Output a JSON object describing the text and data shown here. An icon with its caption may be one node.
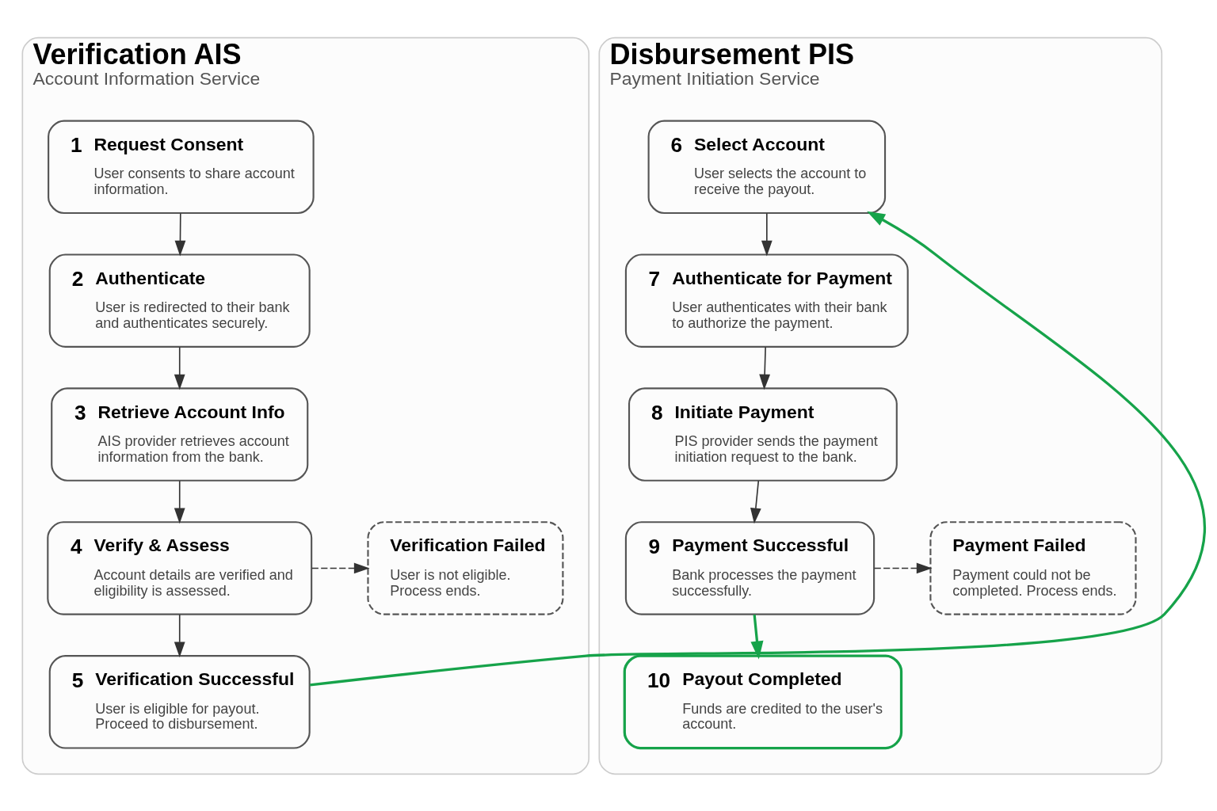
{
  "diagram": {
    "nodes": [
      {
        "text": [
          "Verification AIS",
          "Account Information Service"
        ]
      },
      {
        "text": [
          "1",
          "Request Consent",
          "User consents to share account information."
        ],
        "in": 0
      },
      {
        "text": [
          "2",
          "Authenticate",
          "User is redirected to their bank and authenticates securely."
        ],
        "in": 0
      },
      {
        "text": [
          "3",
          "Retrieve Account Info",
          "AIS provider retrieves account information from the bank."
        ],
        "in": 0
      },
      {
        "text": [
          "4",
          "Verify & Assess",
          "Account details are verified and eligibility is assessed."
        ],
        "in": 0
      },
      {
        "text": [
          "Verification Failed",
          "User is not eligible. Process ends."
        ],
        "in": 0
      },
      {
        "text": [
          "5",
          "Verification Successful",
          "User is eligible for payout. Proceed to disbursement."
        ],
        "in": 0
      },
      {
        "text": [
          "Disbursement PIS",
          "Payment Initiation Service"
        ]
      },
      {
        "text": [
          "6",
          "Select Account",
          "User selects the account to receive the payout."
        ],
        "in": 7
      },
      {
        "text": [
          "7",
          "Authenticate for Payment",
          "User authenticates with their bank to authorize the payment."
        ],
        "in": 7
      },
      {
        "text": [
          "8",
          "Initiate Payment",
          "PIS provider sends the payment initiation request to the bank."
        ],
        "in": 7
      },
      {
        "text": [
          "9",
          "Payment Successful",
          "Bank processes the payment successfully."
        ],
        "in": 7
      },
      {
        "text": [
          "Payment Failed",
          "Payment could not be completed. Process ends."
        ],
        "in": 7
      },
      {
        "text": [
          "10",
          "Payout Completed",
          "Funds are credited to the user's account."
        ],
        "in": 7
      }
    ],
    "edges": [
      {
        "from": 1,
        "to": 2,
        "arrow": "to"
      },
      {
        "from": 2,
        "to": 3,
        "arrow": "to"
      },
      {
        "from": 3,
        "to": 4,
        "arrow": "to"
      },
      {
        "from": 4,
        "to": 5,
        "arrow": "to",
        "style": "dashed"
      },
      {
        "from": 4,
        "to": 6,
        "arrow": "to"
      },
      {
        "from": 6,
        "to": 8,
        "arrow": "to",
        "color": "#16a34a"
      },
      {
        "from": 8,
        "to": 9,
        "arrow": "to"
      },
      {
        "from": 9,
        "to": 10,
        "arrow": "to"
      },
      {
        "from": 10,
        "to": 11,
        "arrow": "to"
      },
      {
        "from": 11,
        "to": 12,
        "arrow": "to",
        "style": "dashed"
      },
      {
        "from": 11,
        "to": 13,
        "arrow": "to",
        "color": "#16a34a"
      }
    ]
  }
}
